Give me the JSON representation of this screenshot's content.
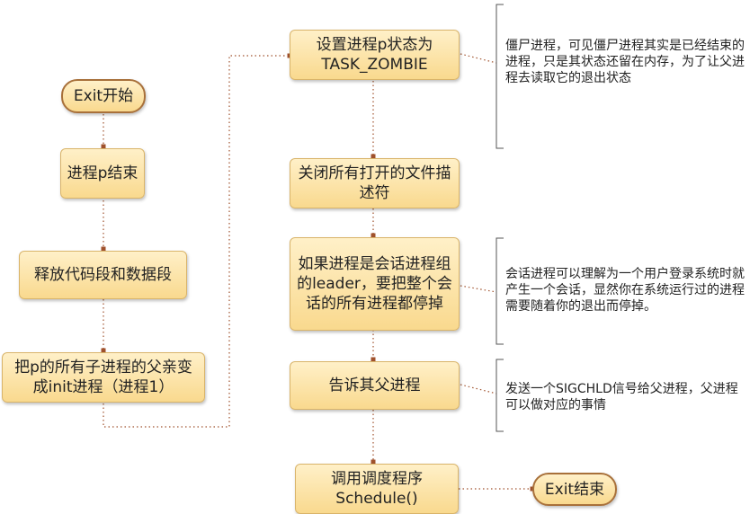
{
  "nodes": {
    "exit_start": "Exit开始",
    "process_end": "进程p结束",
    "release_segments": "释放代码段和数据段",
    "reparent_children": "把p的所有子进程的父亲变成init进程（进程1）",
    "set_zombie": "设置进程p状态为TASK_ZOMBIE",
    "close_files": "关闭所有打开的文件描述符",
    "session_leader": "如果进程是会话进程组的leader，要把整个会话的所有进程都停掉",
    "notify_parent": "告诉其父进程",
    "schedule": "调用调度程序Schedule()",
    "exit_end": "Exit结束"
  },
  "notes": {
    "zombie": "僵尸进程，可见僵尸进程其实是已经结束的进程，只是其状态还留在内存，为了让父进程去读取它的退出状态",
    "session": "会话进程可以理解为一个用户登录系统时就产生一个会话，显然你在系统运行过的进程需要随着你的退出而停掉。",
    "sigchld": "发送一个SIGCHLD信号给父进程，父进程可以做对应的事情"
  }
}
